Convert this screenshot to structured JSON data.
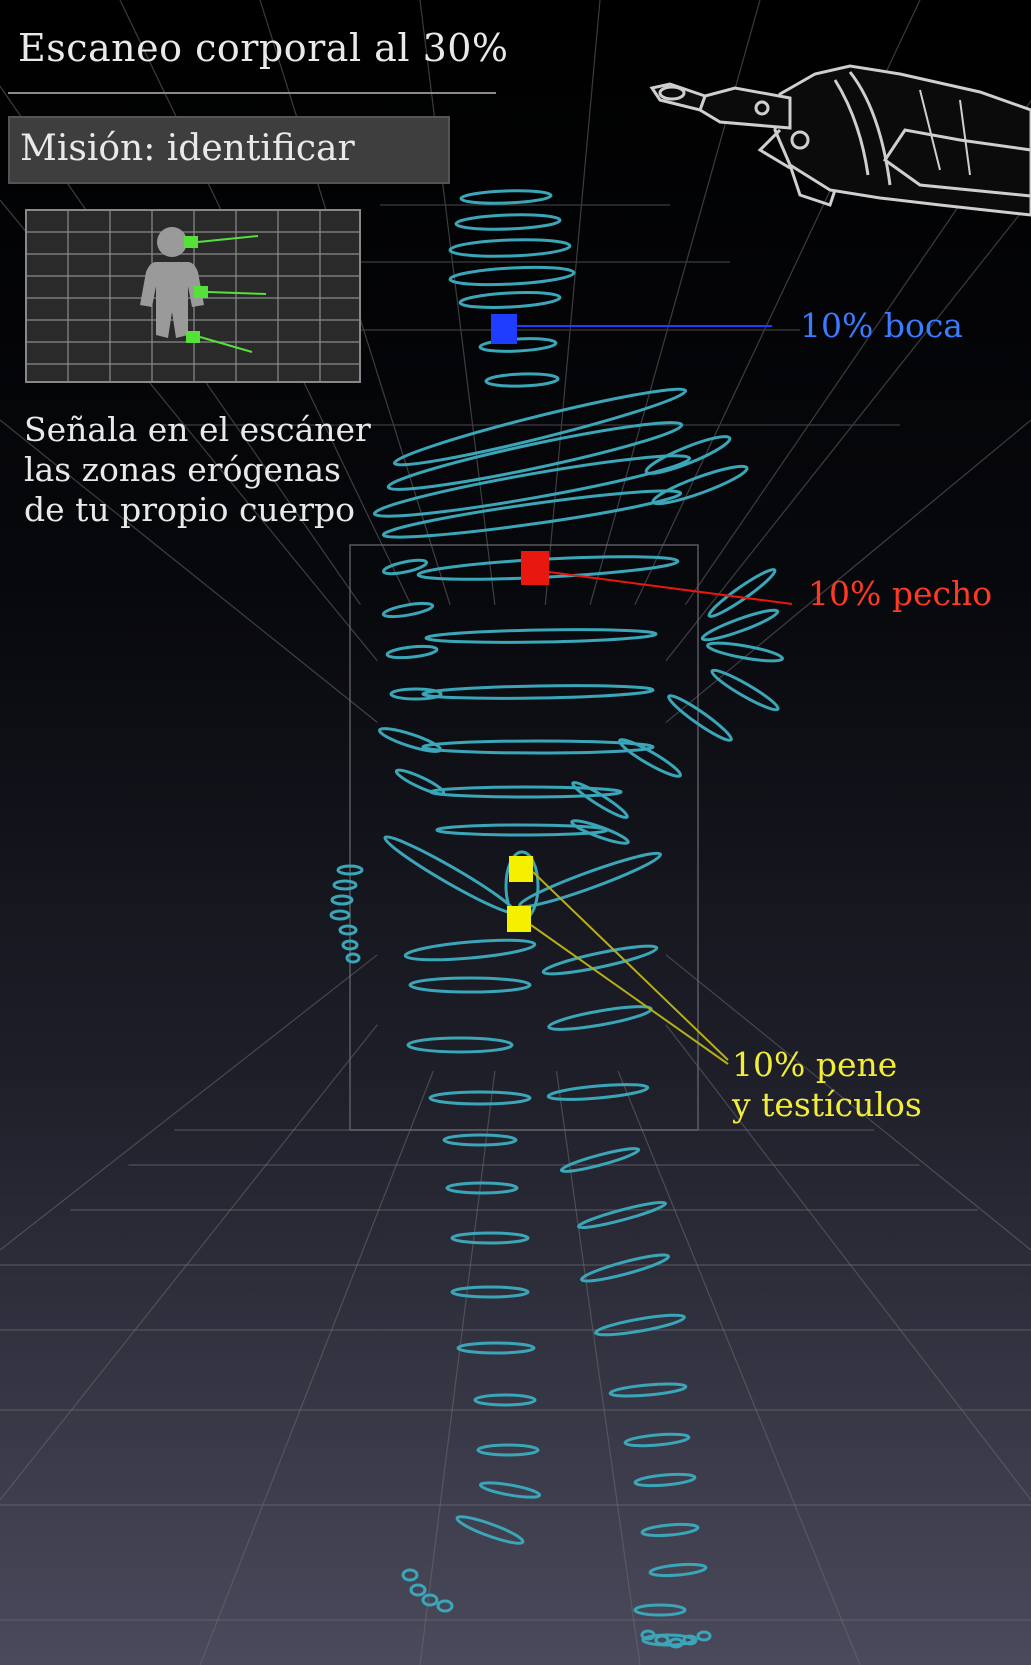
{
  "header": {
    "scan_title": "Escaneo corporal al 30%",
    "mission": "Misión: identificar"
  },
  "instruction": {
    "lines": [
      "Señala en el escáner",
      "las zonas erógenas",
      "de tu propio cuerpo"
    ]
  },
  "zones": [
    {
      "id": "boca",
      "label": "10% boca",
      "color": "#1f3dff"
    },
    {
      "id": "pecho",
      "label": "10% pecho",
      "color": "#e8170f"
    },
    {
      "id": "pene",
      "label_line1": "10% pene",
      "label_line2": "y testículos",
      "color": "#f5ef00"
    }
  ],
  "colors": {
    "hologram": "#3aa6b8",
    "grid": "#6b6b70",
    "minimap_marker": "#55e03a",
    "text": "#e9e9e9"
  },
  "icons": [
    "robot-hand-icon",
    "body-silhouette-icon"
  ]
}
